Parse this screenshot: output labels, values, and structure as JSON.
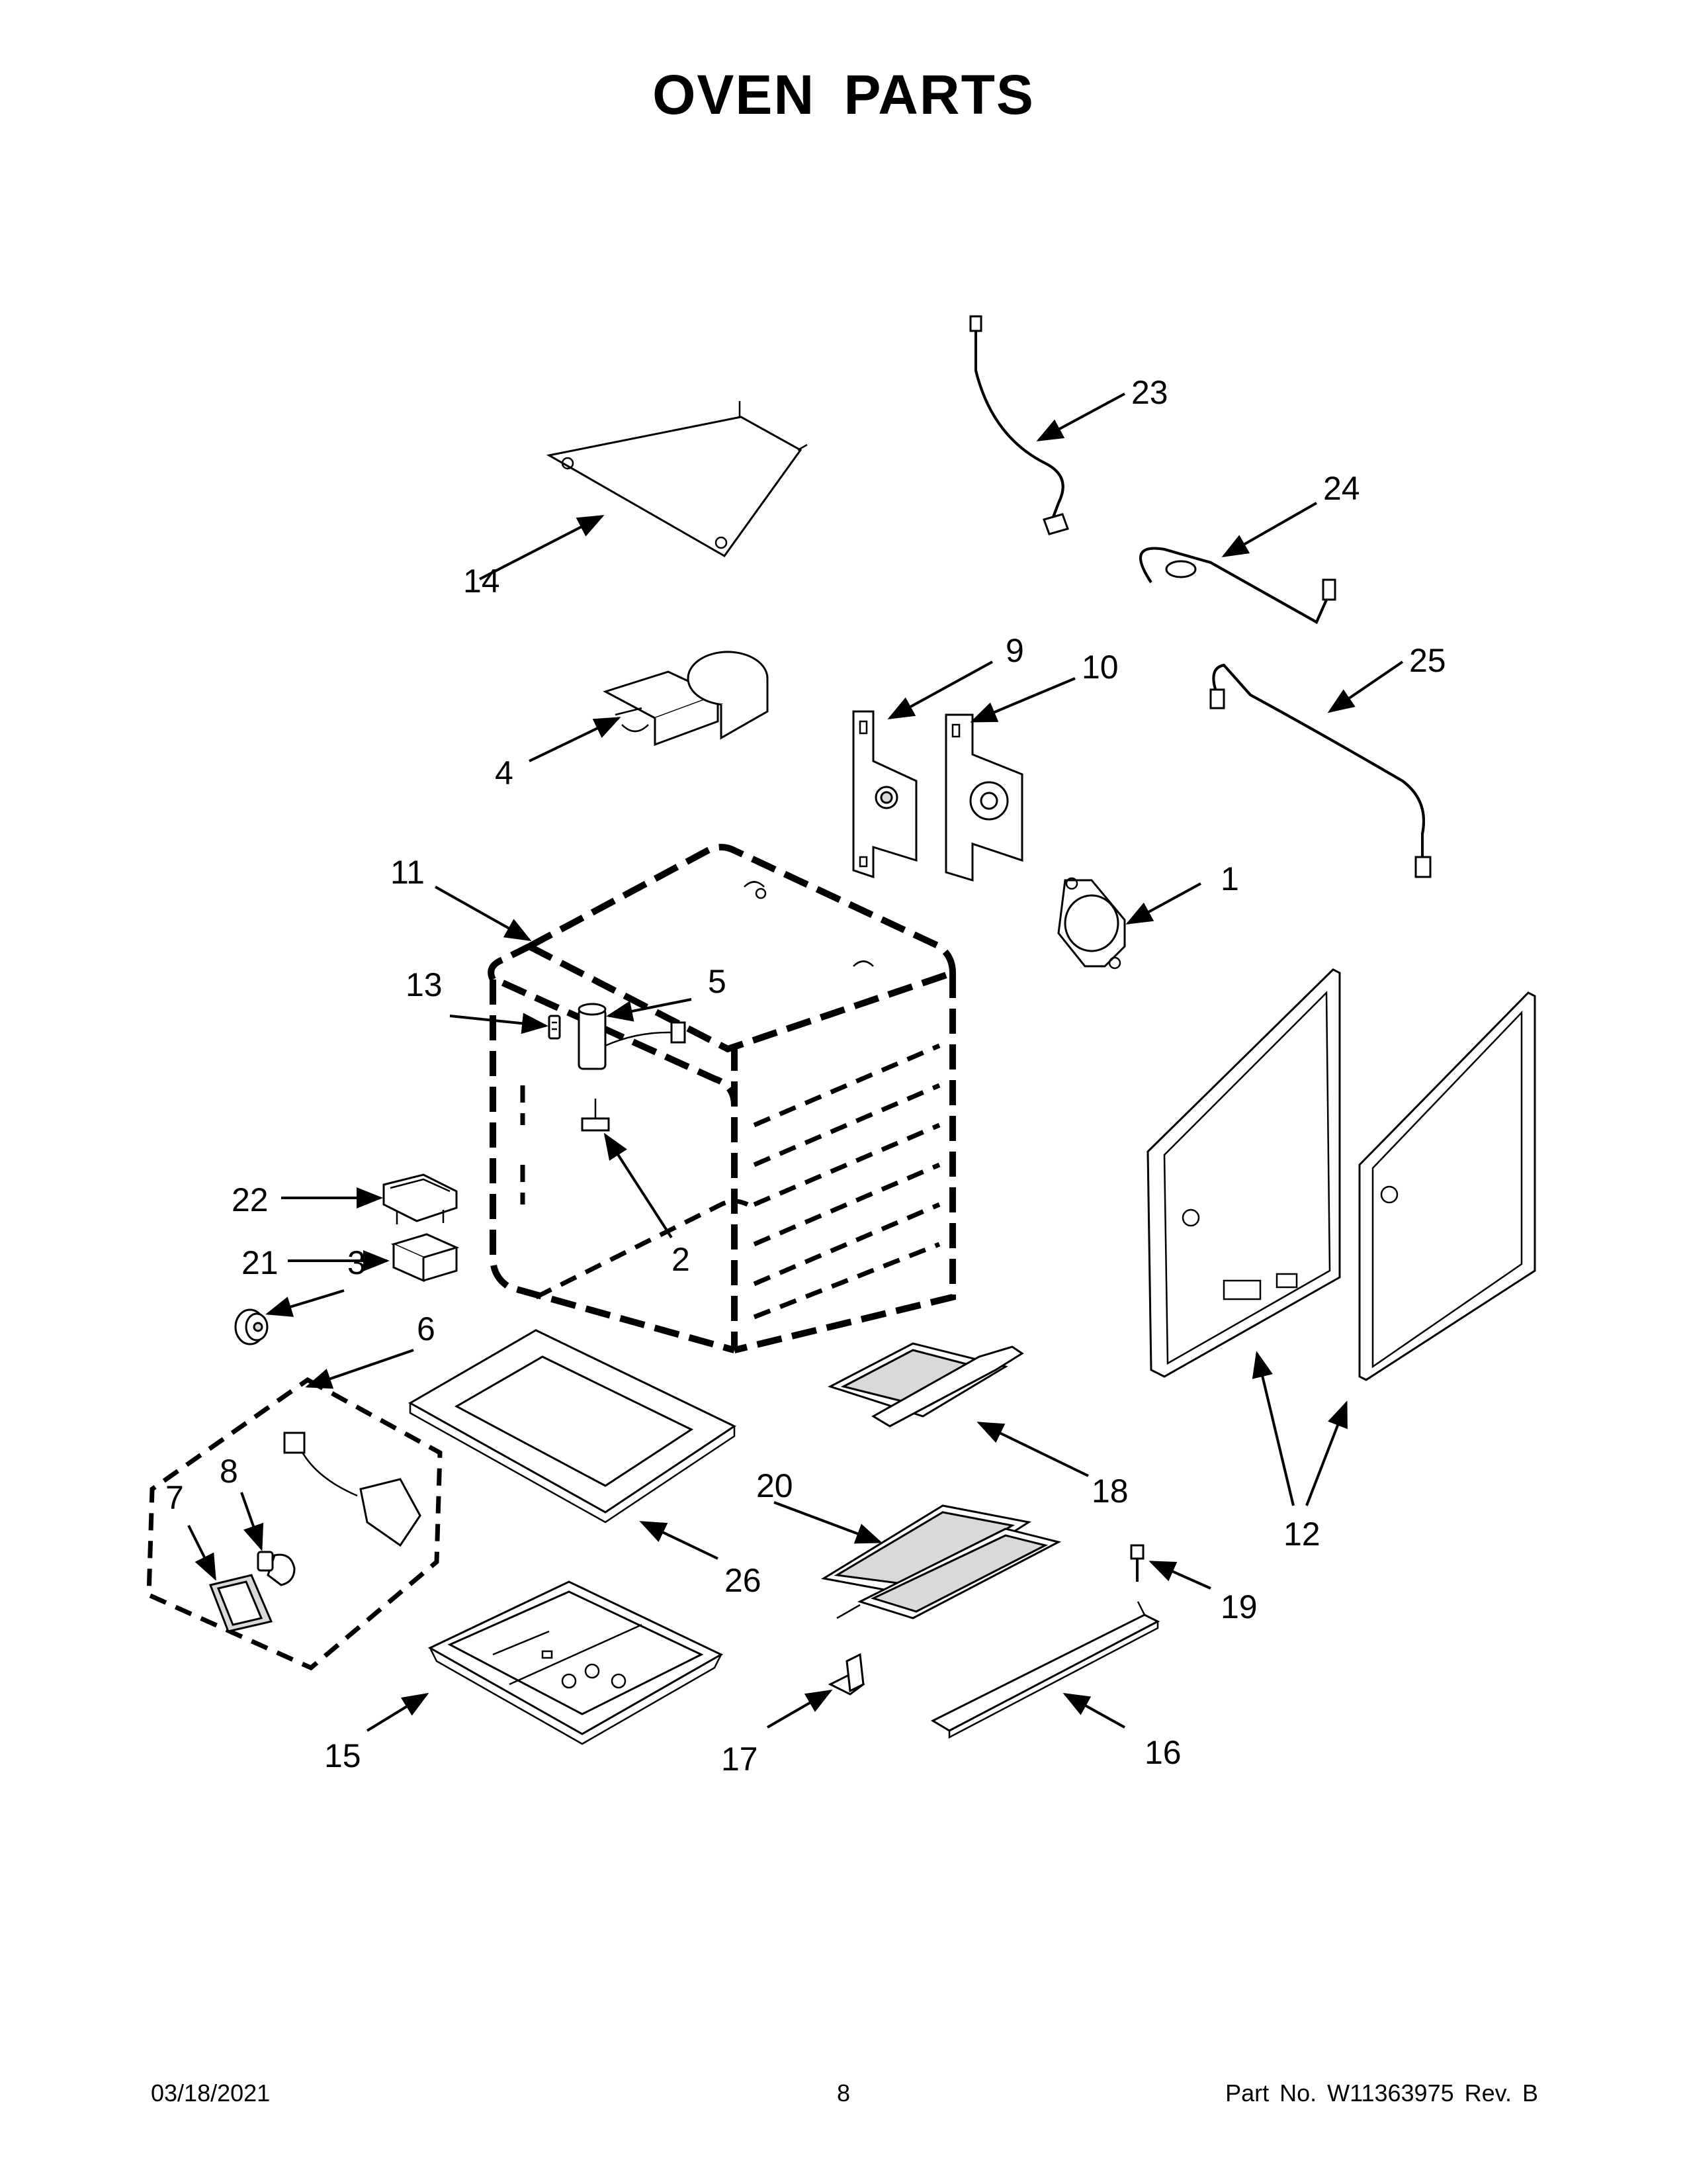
{
  "title": "OVEN PARTS",
  "callouts": [
    "1",
    "2",
    "3",
    "4",
    "5",
    "6",
    "7",
    "8",
    "9",
    "10",
    "11",
    "12",
    "13",
    "14",
    "15",
    "16",
    "17",
    "18",
    "19",
    "20",
    "21",
    "22",
    "23",
    "24",
    "25",
    "26"
  ],
  "footer": {
    "date": "03/18/2021",
    "page": "8",
    "part_number": "Part No.  W11363975  Rev.  B"
  }
}
